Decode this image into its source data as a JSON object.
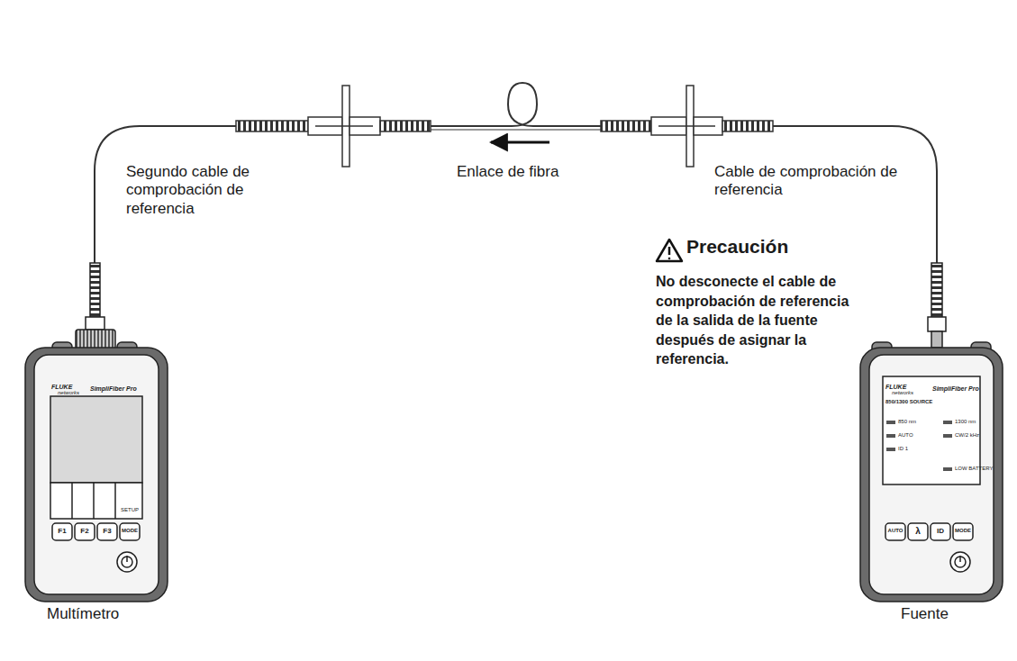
{
  "diagram": {
    "labels": [
      "Segundo cable de comprobación de referencia",
      "Enlace de fibra",
      "Cable de comprobación de referencia",
      "Precaución",
      "No desconecte el cable de comprobación de referencia de la salida de la fuente después de asignar la referencia.",
      "FLUKE",
      "networks",
      "SimpliFiber Pro",
      "SETUP",
      "F1",
      "F2",
      "F3",
      "MODE",
      "Multímetro",
      "FLUKE",
      "networks",
      "SimpliFiber Pro",
      "850/1300 SOURCE",
      "850 nm",
      "1300 nm",
      "AUTO",
      "CW/2 kHz",
      "ID 1",
      "LOW BATTERY",
      "AUTO",
      "λ",
      "ID",
      "MODE",
      "Fuente"
    ]
  }
}
